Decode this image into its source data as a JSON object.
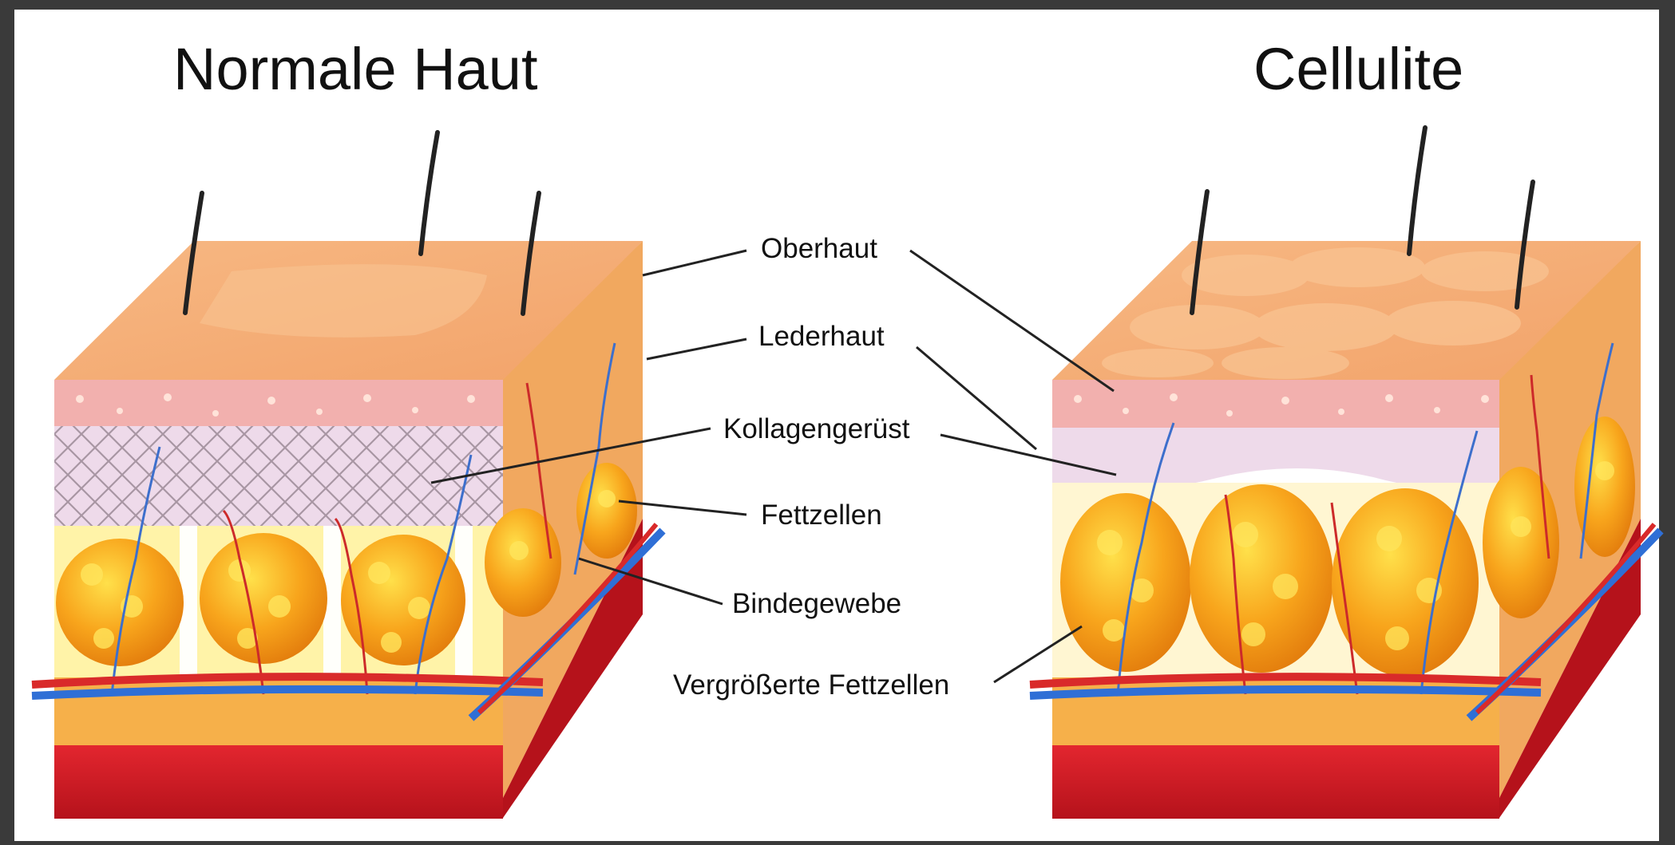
{
  "titles": {
    "left": "Normale Haut",
    "right": "Cellulite"
  },
  "labels": {
    "oberhaut": "Oberhaut",
    "lederhaut": "Lederhaut",
    "kollagen": "Kollagengerüst",
    "fettzellen": "Fettzellen",
    "bindegewebe": "Bindegewebe",
    "vergroesserte": "Vergrößerte Fettzellen"
  },
  "colors": {
    "frame": "#3a3a3a",
    "background": "#ffffff",
    "epidermis_top": "#f6b47a",
    "dermis": "#f2b0ae",
    "collagen": "#e9d3e6",
    "fat_cell": "#f7a21c",
    "connective_tissue": "#fff8d8",
    "artery": "#d92a2a",
    "vein": "#2f6fd6",
    "muscle": "#d9202a"
  }
}
